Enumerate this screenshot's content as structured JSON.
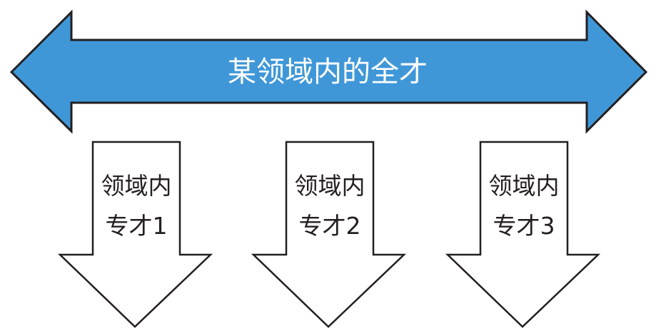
{
  "colors": {
    "banner_fill": "#3f97d8",
    "stroke": "#231f20",
    "down_fill": "#ffffff"
  },
  "banner": {
    "label": "某领域内的全才"
  },
  "specialists": [
    {
      "line1": "领域内",
      "line2": "专才1"
    },
    {
      "line1": "领域内",
      "line2": "专才2"
    },
    {
      "line1": "领域内",
      "line2": "专才3"
    }
  ]
}
